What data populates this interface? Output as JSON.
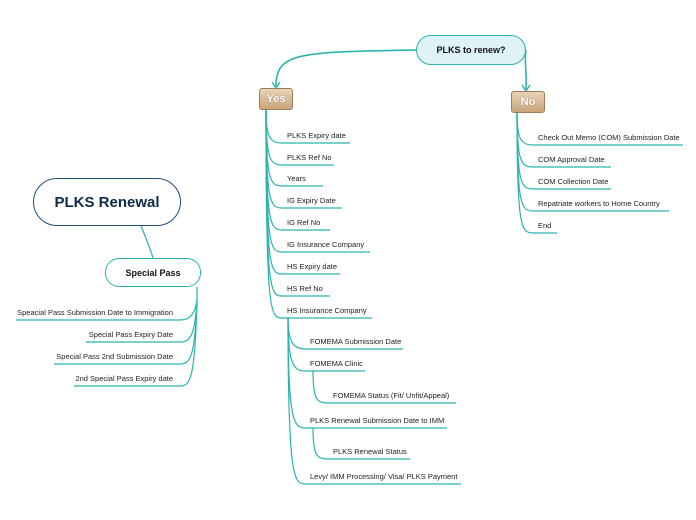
{
  "root": {
    "title": "PLKS Renewal"
  },
  "question": {
    "label": "PLKS to renew?"
  },
  "yes": {
    "label": "Yes",
    "items": [
      "PLKS Expiry date",
      "PLKS Ref No",
      "Years",
      "IG Expiry Date",
      "IG Ref No",
      "IG Insurance Company",
      "HS Expiry date",
      "HS Ref No",
      "HS Insurance Company"
    ],
    "hs_children": [
      "FOMEMA Submission Date",
      "FOMEMA Clinic",
      "PLKS Renewal Submission Date to IMM",
      "Levy/ IMM Processing/ Visa/ PLKS Payment"
    ],
    "fomema_clinic_child": "FOMEMA Status (Fit/ Unfit/Appeal)",
    "plks_submission_child": "PLKS Renewal Status"
  },
  "no": {
    "label": "No",
    "items": [
      "Check Out Memo (COM) Submission Date",
      "COM Approval Date",
      "COM Collection Date",
      "Repatriate workers to Home Country",
      "End"
    ]
  },
  "special_pass": {
    "label": "Special Pass",
    "items": [
      "Speacial Pass Submission Date to Immigration",
      "Special Pass Expiry Date",
      "Special Pass 2nd Submission Date",
      "2nd Special Pass Expiry date"
    ]
  },
  "colors": {
    "line": "#2bb3ad",
    "root_border": "#1f4e79",
    "question_fill": "#dff2f5",
    "choice_fill": "#c9a57c"
  }
}
